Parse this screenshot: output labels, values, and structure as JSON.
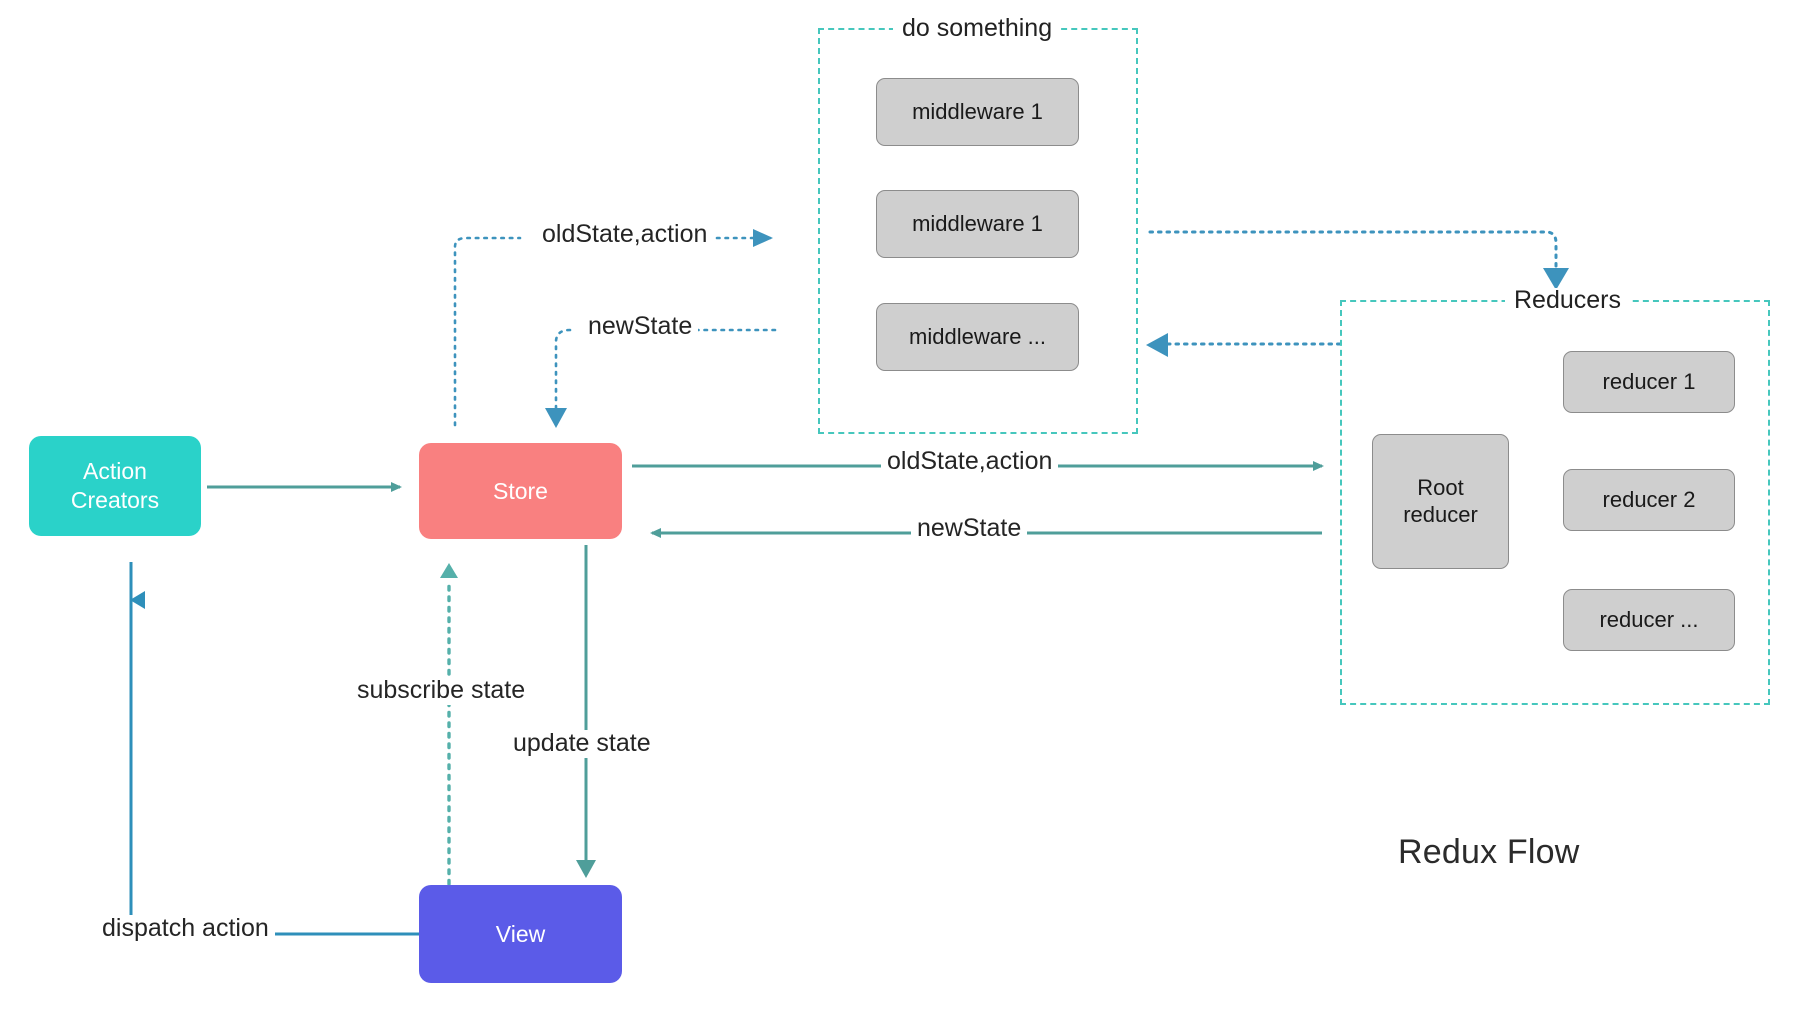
{
  "diagram": {
    "title": "Redux Flow",
    "background": "#ffffff",
    "colors": {
      "action_creators": "#2ad2c9",
      "store": "#f98080",
      "view": "#5b5be8",
      "gray_box": "#cfcfcf",
      "gray_border": "#8c8c8c",
      "teal_line": "#4f9e9a",
      "teal_dashed": "#46c7bd",
      "blue_line": "#2e8fba",
      "blue_dotted": "#3d93bd"
    }
  },
  "nodes": {
    "action_creators": "Action\nCreators",
    "action_creators_line1": "Action",
    "action_creators_line2": "Creators",
    "store": "Store",
    "view": "View"
  },
  "middleware_group": {
    "label": "do something",
    "items": [
      {
        "label": "middleware 1"
      },
      {
        "label": "middleware 1"
      },
      {
        "label": "middleware ..."
      }
    ]
  },
  "reducers_group": {
    "label": "Reducers",
    "root": "Root\nreducer",
    "root_line1": "Root",
    "root_line2": "reducer",
    "items": [
      {
        "label": "reducer 1"
      },
      {
        "label": "reducer 2"
      },
      {
        "label": "reducer ..."
      }
    ]
  },
  "edges": {
    "store_to_middleware": "oldState,action",
    "middleware_to_store": "newState",
    "store_to_reducers": "oldState,action",
    "reducers_to_store": "newState",
    "subscribe_state": "subscribe state",
    "update_state": "update state",
    "dispatch_action": "dispatch action"
  }
}
